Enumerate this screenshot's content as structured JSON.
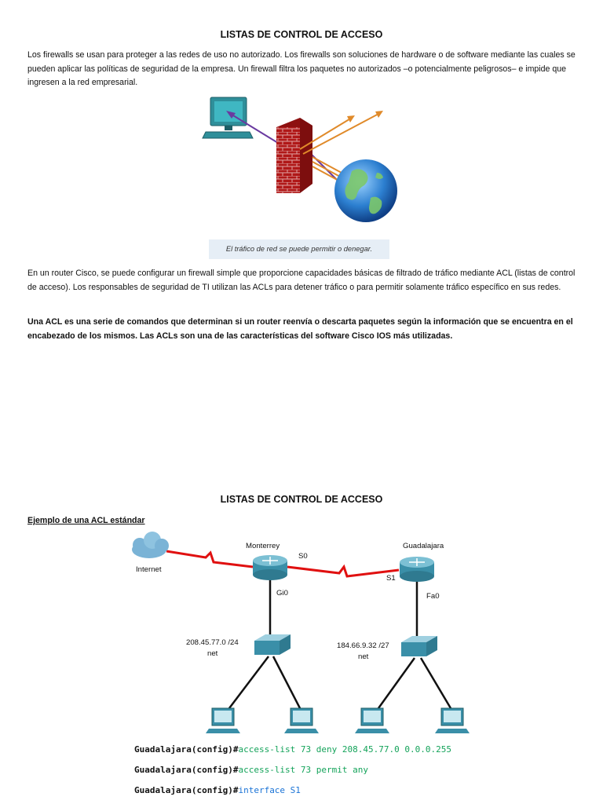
{
  "page1": {
    "title": "LISTAS DE CONTROL DE ACCESO",
    "intro": "Los firewalls se usan para proteger a las redes de uso no autorizado. Los firewalls son soluciones de hardware o de software mediante las cuales se pueden aplicar las políticas de seguridad de la empresa. Un firewall filtra los paquetes no autorizados –o potencialmente peligrosos– e impide que ingresen a la red empresarial.",
    "figure_caption": "El tráfico de red se puede permitir o denegar.",
    "para2": "En un router Cisco, se puede configurar un firewall simple que proporcione capacidades básicas de filtrado de tráfico mediante ACL (listas de control de acceso). Los responsables de seguridad de TI utilizan las ACLs para detener tráfico o para permitir solamente tráfico específico en sus redes.",
    "para3": "Una ACL es una serie de comandos que determinan si un router reenvía o descarta paquetes según la información que se encuentra en el encabezado de los mismos. Las ACLs son una de las características del software Cisco IOS más utilizadas."
  },
  "page2": {
    "title": "LISTAS DE CONTROL DE ACCESO",
    "subheading": "Ejemplo de una ACL estándar",
    "diagram": {
      "internet": "Internet",
      "router1": "Monterrey",
      "router2": "Guadalajara",
      "s0": "S0",
      "s1": "S1",
      "gi0": "Gi0",
      "fa0": "Fa0",
      "net1_addr": "208.45.77.0 /24",
      "net1_word": "net",
      "net2_addr": "184.66.9.32 /27",
      "net2_word": "net"
    },
    "code": [
      {
        "prompt": "Guadalajara(config)#",
        "cmd": "access-list 73 deny 208.45.77.0 0.0.0.255"
      },
      {
        "prompt": "Guadalajara(config)#",
        "cmd": "access-list 73 permit any"
      },
      {
        "prompt": "Guadalajara(config)#",
        "cmd": "interface S1"
      }
    ]
  },
  "colors": {
    "wan_link": "#e01010",
    "code_command": "#14a35a",
    "code_interface": "#1a73d6",
    "caption_bg": "#e6eef6"
  }
}
